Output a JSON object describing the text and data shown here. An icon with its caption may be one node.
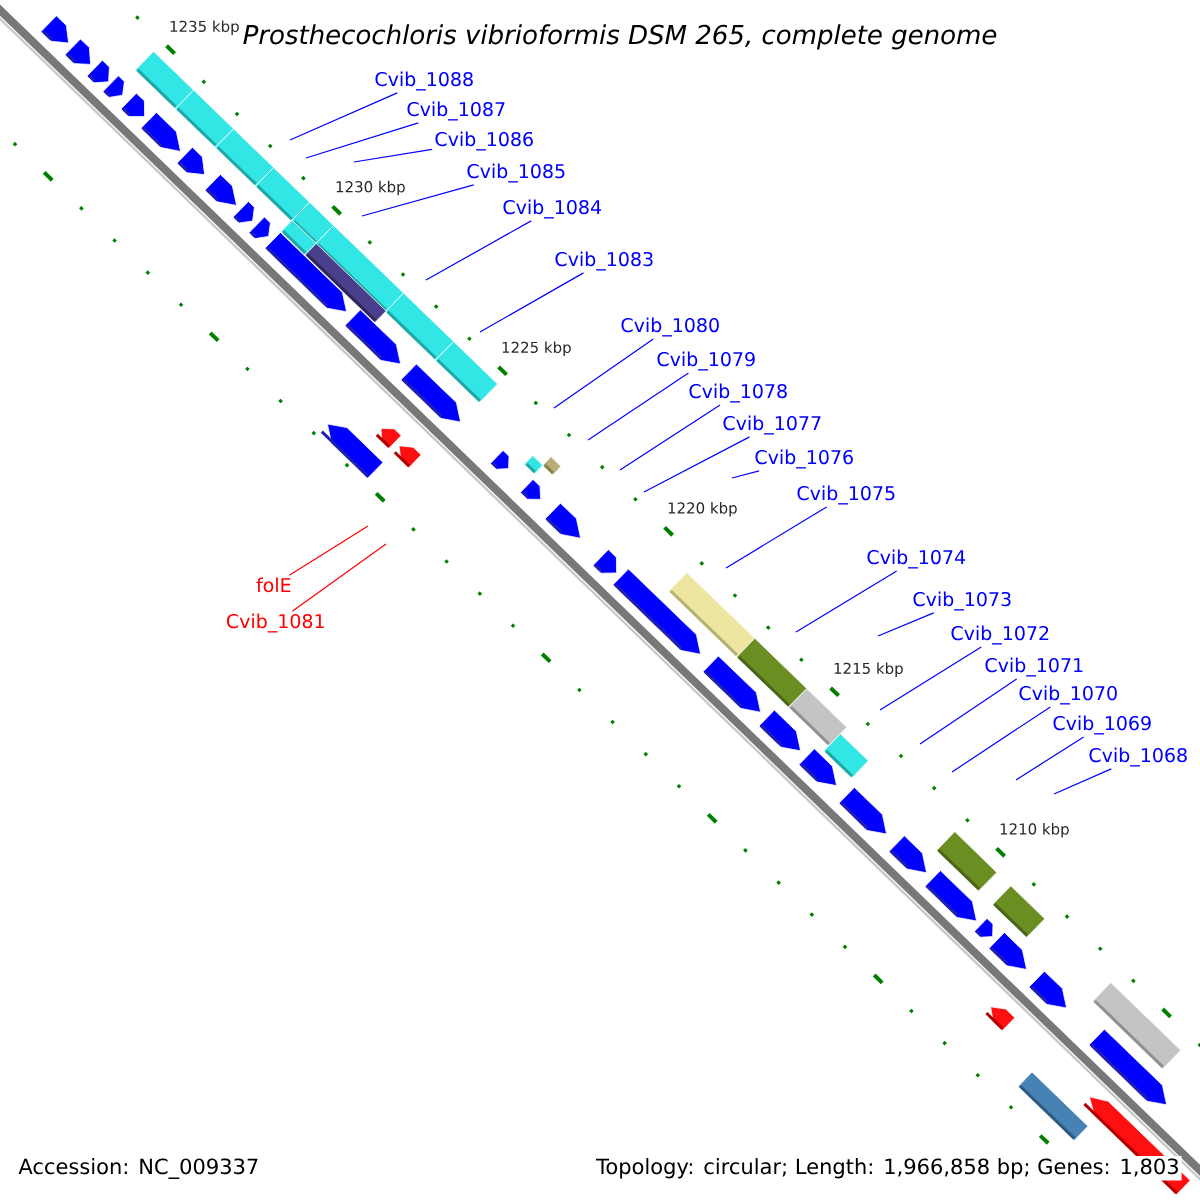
{
  "diagram": {
    "title": "Prosthecochloris vibrioformis DSM 265, complete genome",
    "nodes": [
      {
        "text": [
          "Cvib_1088"
        ]
      },
      {
        "text": [
          "Cvib_1087"
        ]
      },
      {
        "text": [
          "Cvib_1086"
        ]
      },
      {
        "text": [
          "Cvib_1085"
        ]
      },
      {
        "text": [
          "Cvib_1084"
        ]
      },
      {
        "text": [
          "Cvib_1083"
        ]
      },
      {
        "text": [
          "Cvib_1080"
        ]
      },
      {
        "text": [
          "Cvib_1079"
        ]
      },
      {
        "text": [
          "Cvib_1078"
        ]
      },
      {
        "text": [
          "Cvib_1077"
        ]
      },
      {
        "text": [
          "Cvib_1076"
        ]
      },
      {
        "text": [
          "Cvib_1075"
        ]
      },
      {
        "text": [
          "Cvib_1074"
        ]
      },
      {
        "text": [
          "Cvib_1073"
        ]
      },
      {
        "text": [
          "Cvib_1072"
        ]
      },
      {
        "text": [
          "Cvib_1071"
        ]
      },
      {
        "text": [
          "Cvib_1070"
        ]
      },
      {
        "text": [
          "Cvib_1069"
        ]
      },
      {
        "text": [
          "Cvib_1068"
        ]
      },
      {
        "text": [
          "folE"
        ]
      },
      {
        "text": [
          "Cvib_1081"
        ]
      }
    ],
    "edges": [
      {
        "from": 0,
        "to": null,
        "arrow": "none"
      },
      {
        "from": 1,
        "to": null,
        "arrow": "none"
      },
      {
        "from": 2,
        "to": null,
        "arrow": "none"
      },
      {
        "from": 3,
        "to": null,
        "arrow": "none"
      },
      {
        "from": 4,
        "to": null,
        "arrow": "none"
      },
      {
        "from": 5,
        "to": null,
        "arrow": "none"
      },
      {
        "from": 6,
        "to": null,
        "arrow": "none"
      },
      {
        "from": 7,
        "to": null,
        "arrow": "none"
      },
      {
        "from": 8,
        "to": null,
        "arrow": "none"
      },
      {
        "from": 9,
        "to": null,
        "arrow": "none"
      },
      {
        "from": 10,
        "to": null,
        "arrow": "none"
      },
      {
        "from": 11,
        "to": null,
        "arrow": "none"
      },
      {
        "from": 12,
        "to": null,
        "arrow": "none"
      },
      {
        "from": 13,
        "to": null,
        "arrow": "none"
      },
      {
        "from": 14,
        "to": null,
        "arrow": "none"
      },
      {
        "from": 15,
        "to": null,
        "arrow": "none"
      },
      {
        "from": 16,
        "to": null,
        "arrow": "none"
      },
      {
        "from": 17,
        "to": null,
        "arrow": "none"
      },
      {
        "from": 18,
        "to": null,
        "arrow": "none"
      },
      {
        "from": 19,
        "to": null,
        "arrow": "none",
        "color": "#ff0000"
      },
      {
        "from": 20,
        "to": null,
        "arrow": "none",
        "color": "#ff0000"
      }
    ],
    "labels": [
      "1235 kbp",
      "1230 kbp",
      "1225 kbp",
      "1220 kbp",
      "1215 kbp",
      "1210 kbp",
      "Accession: NC_009337",
      "Topology: circular; Length: 1,966,858 bp; Genes: 1,803"
    ]
  }
}
